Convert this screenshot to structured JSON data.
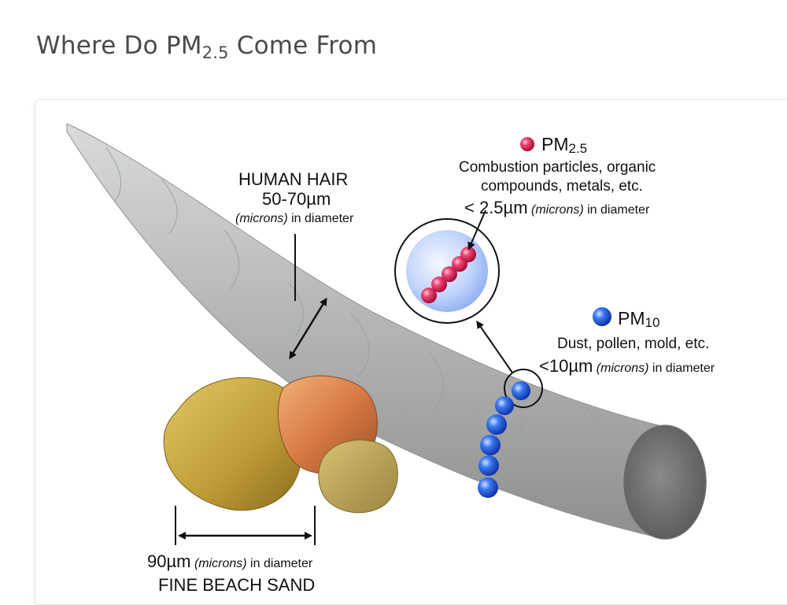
{
  "page": {
    "title_main": "Where Do PM",
    "title_sub": "2.5",
    "title_tail": " Come From"
  },
  "diagram": {
    "hair": {
      "name": "HUMAN HAIR",
      "size": "50-70µm",
      "unit_note": "(microns)",
      "suffix": " in diameter"
    },
    "pm25": {
      "label_main": "PM",
      "label_sub": "2.5",
      "desc_line1": "Combustion particles, organic",
      "desc_line2": "compounds, metals, etc.",
      "size": "< 2.5µm",
      "unit_note": "(microns)",
      "suffix": " in diameter"
    },
    "pm10": {
      "label_main": "PM",
      "label_sub": "10",
      "desc": "Dust, pollen, mold, etc.",
      "size": "<10µm",
      "unit_note": "(microns)",
      "suffix": " in diameter"
    },
    "sand": {
      "size": "90µm",
      "unit_note": "(microns)",
      "suffix": " in diameter",
      "name": "FINE BEACH SAND"
    },
    "colors": {
      "pm25_particle": "#e8174f",
      "pm10_particle": "#2b63e0",
      "hair": "#b9bbbb",
      "sand_yellow": "#c9a83a",
      "sand_orange": "#d8824a"
    }
  }
}
